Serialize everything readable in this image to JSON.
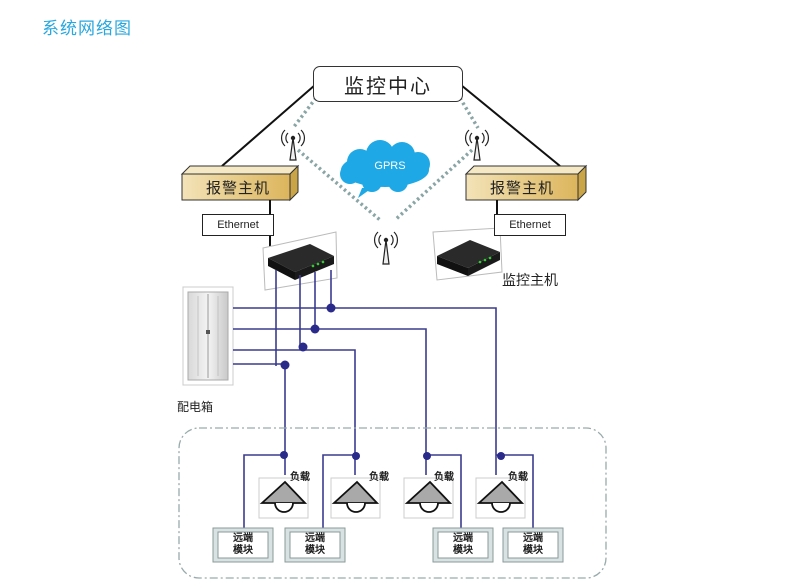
{
  "title": "系统网络图",
  "monitor_center": "监控中心",
  "cloud_label": "GPRS",
  "alarm_hosts": [
    {
      "label": "报警主机",
      "ethernet": "Ethernet"
    },
    {
      "label": "报警主机",
      "ethernet": "Ethernet"
    }
  ],
  "monitor_host_label": "监控主机",
  "distribution_box_label": "配电箱",
  "loads": [
    {
      "label": "负载"
    },
    {
      "label": "负载"
    },
    {
      "label": "负载"
    },
    {
      "label": "负载"
    }
  ],
  "remote_modules": [
    {
      "line1": "远端",
      "line2": "模块"
    },
    {
      "line1": "远端",
      "line2": "模块"
    },
    {
      "line1": "远端",
      "line2": "模块"
    },
    {
      "line1": "远端",
      "line2": "模块"
    }
  ],
  "colors": {
    "title": "#29a7df",
    "wire": "#3b3b8f",
    "node": "#2a2a8a",
    "wireless_link": "#8aa5a5",
    "cloud": "#1fa8e6",
    "alarm_box": "#e9cf8c"
  }
}
